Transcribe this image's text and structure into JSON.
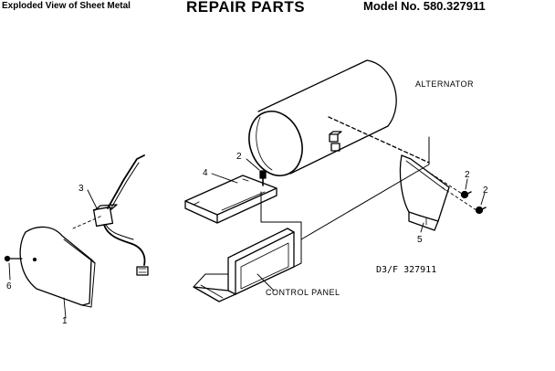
{
  "header": {
    "left_title": "Exploded View of Sheet Metal",
    "center_title": "REPAIR PARTS",
    "model": "Model No. 580.327911"
  },
  "labels": {
    "alternator": "ALTERNATOR",
    "control_panel": "CONTROL PANEL",
    "drawing_no": "D3/F 327911",
    "part_1": "1",
    "part_2a": "2",
    "part_2b": "2",
    "part_2c": "2",
    "part_3": "3",
    "part_4": "4",
    "part_5": "5",
    "part_6": "6"
  }
}
